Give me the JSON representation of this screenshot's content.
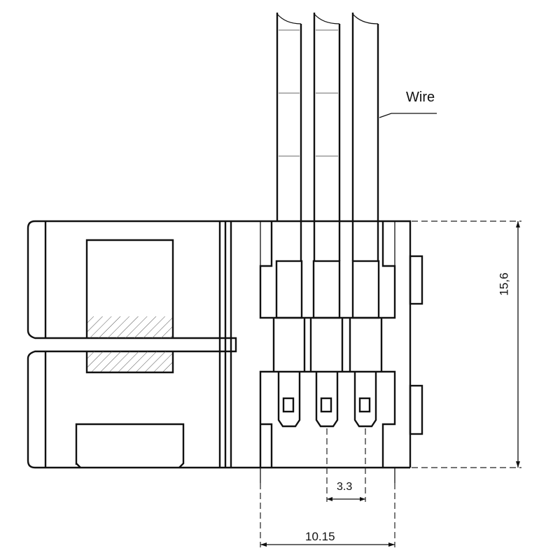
{
  "labels": {
    "wire": "Wire",
    "height_dim": "15,6",
    "pitch_dim": "3.3",
    "width_dim": "10.15"
  },
  "colors": {
    "line": "#111111",
    "hatch": "#555555",
    "background": "#ffffff"
  }
}
